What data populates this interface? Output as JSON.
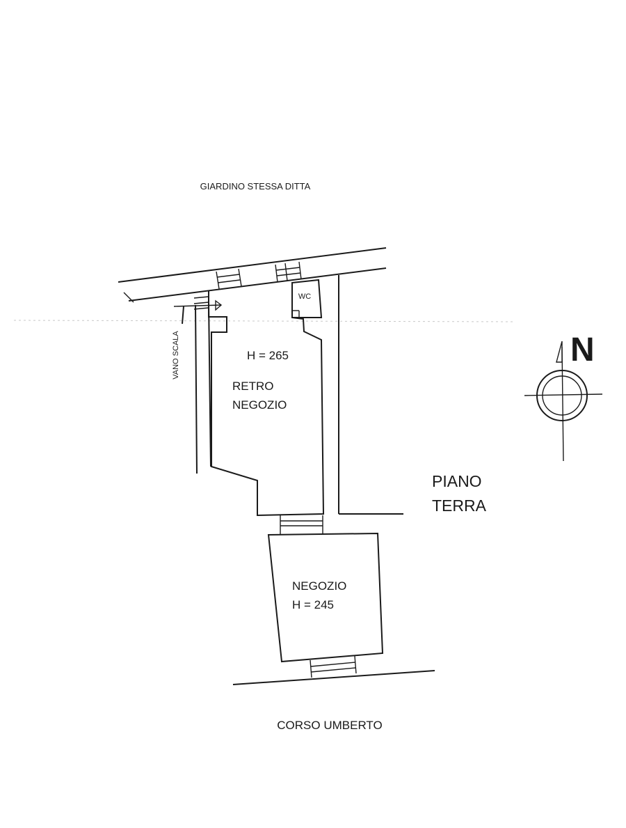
{
  "labels": {
    "garden": "GIARDINO STESSA DITTA",
    "stairwell": "VANO SCALA",
    "wc": "WC",
    "back_shop_height": "H = 265",
    "back_shop_line1": "RETRO",
    "back_shop_line2": "NEGOZIO",
    "shop_name": "NEGOZIO",
    "shop_height": "H = 245",
    "floor_line1": "PIANO",
    "floor_line2": "TERRA",
    "street": "CORSO UMBERTO",
    "north": "N"
  },
  "icons": {
    "compass": "north-compass-icon"
  },
  "colors": {
    "ink": "#1a1a1a",
    "paper": "#ffffff"
  }
}
